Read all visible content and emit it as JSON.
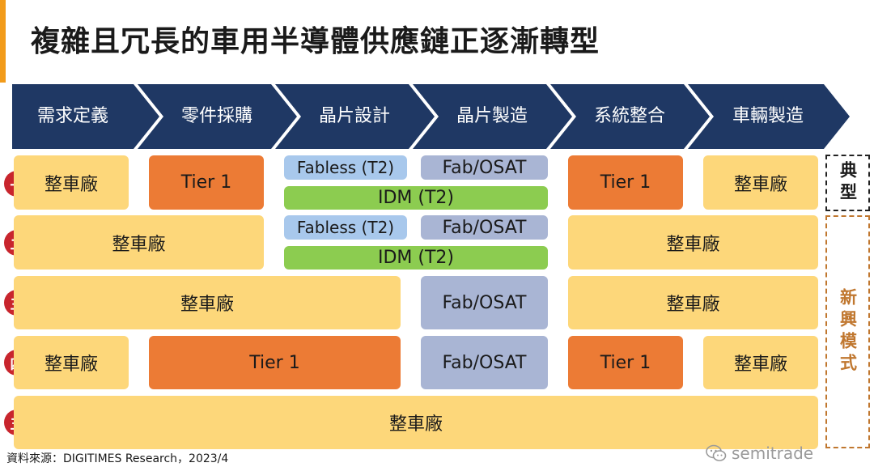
{
  "title": "複雜且冗長的車用半導體供應鏈正逐漸轉型",
  "stages": [
    "需求定義",
    "零件採購",
    "晶片設計",
    "晶片製造",
    "系統整合",
    "車輛製造"
  ],
  "rows": [
    {
      "num": "一",
      "cells": [
        "整車廠",
        "Tier 1",
        "Fabless (T2)",
        "Fab/OSAT",
        "IDM (T2)",
        "Tier 1",
        "整車廠"
      ]
    },
    {
      "num": "二",
      "cells": [
        "整車廠",
        "Fabless (T2)",
        "Fab/OSAT",
        "IDM (T2)",
        "整車廠"
      ]
    },
    {
      "num": "三",
      "cells": [
        "整車廠",
        "Fab/OSAT",
        "整車廠"
      ]
    },
    {
      "num": "四",
      "cells": [
        "整車廠",
        "Tier 1",
        "Fab/OSAT",
        "Tier 1",
        "整車廠"
      ]
    },
    {
      "num": "五",
      "cells": [
        "整車廠"
      ]
    }
  ],
  "side_labels": {
    "typical": "典型",
    "new": "新興模式"
  },
  "source": "資料來源：DIGITIMES Research，2023/4",
  "watermark": "semitrade",
  "colors": {
    "chevron": "#1f3864",
    "orange": "#ec7b35",
    "yellow": "#fdd77a",
    "gray": "#a9b5d4",
    "blue": "#a8c8ec",
    "green": "#8ccc50",
    "red": "#c8252d",
    "new_border": "#c0772f",
    "new_text": "#c0772f"
  }
}
